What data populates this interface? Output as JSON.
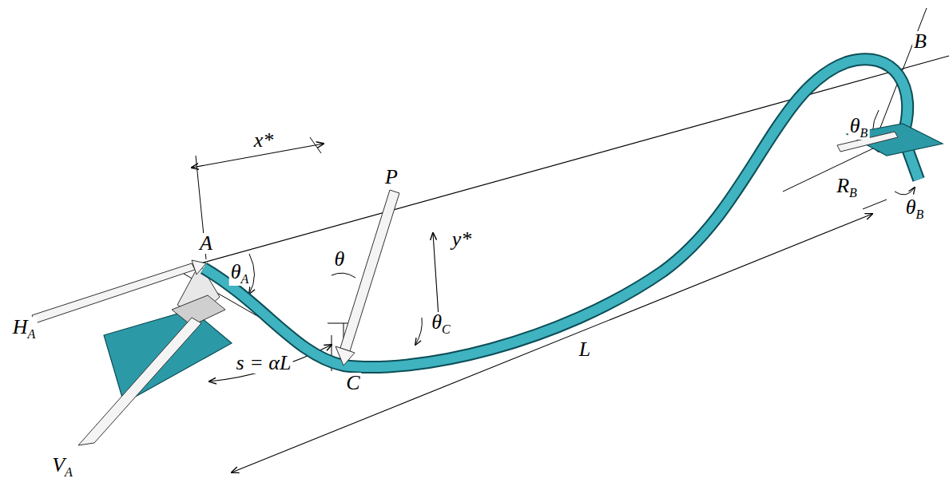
{
  "diagram": {
    "labels": [
      "x*",
      "P",
      "y*",
      "θ",
      "θB",
      "B",
      "θA",
      "θC",
      "RB",
      "θB",
      "A",
      "HA",
      "L",
      "s = αL",
      "C",
      "VA"
    ]
  }
}
